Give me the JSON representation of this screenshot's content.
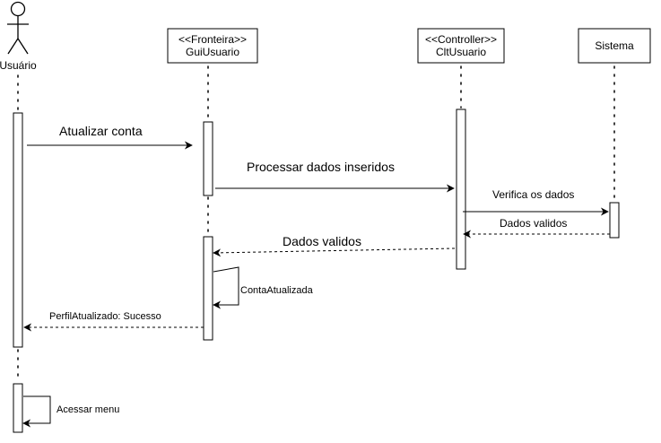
{
  "actor": {
    "name": "Usuário"
  },
  "participants": {
    "gui": {
      "stereotype": "<<Fronteira>>",
      "name": "GuiUsuario"
    },
    "ctl": {
      "stereotype": "<<Controller>>",
      "name": "CltUsuario"
    },
    "sys": {
      "name": "Sistema"
    }
  },
  "messages": {
    "m1": "Atualizar conta",
    "m2": "Processar dados inseridos",
    "m3": "Verifica os dados",
    "m4": "Dados validos",
    "m5": "Dados validos",
    "m6": "ContaAtualizada",
    "m7": "PerfilAtualizado: Sucesso",
    "m8": "Acessar menu"
  }
}
